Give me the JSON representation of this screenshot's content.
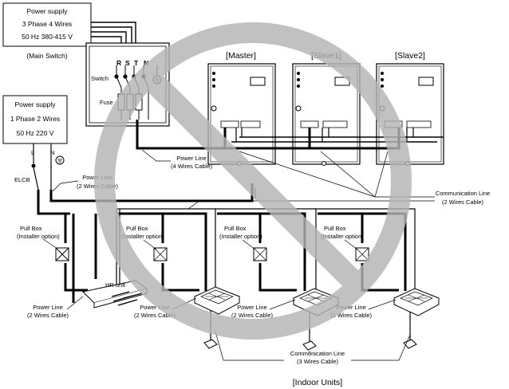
{
  "power_supply_3ph": {
    "line1": "Power supply",
    "line2": "3 Phase 4 Wires",
    "line3": "50 Hz 380-415 V",
    "caption": "(Main Switch)"
  },
  "power_supply_1ph": {
    "line1": "Power supply",
    "line2": "1 Phase 2 Wires",
    "line3": "50 Hz 220 V"
  },
  "switch_panel": {
    "r": "R",
    "s": "S",
    "t": "T",
    "n": "N",
    "switch": "Switch",
    "fuse": "Fuse"
  },
  "earth_labels": {
    "l": "L",
    "n": "N",
    "elcb": "ELCB"
  },
  "outdoor_units": [
    "[Master]",
    "[Slave1]",
    "[Slave2]"
  ],
  "labels": {
    "power_line_4": {
      "a": "Power Line",
      "b": "(4 Wires Cable)"
    },
    "power_line_2_top": {
      "a": "Power Line",
      "b": "(2 Wires Cable)"
    },
    "comm_line_2": {
      "a": "Communication Line",
      "b": "(2 Wires Cable)"
    },
    "comm_line_3": {
      "a": "Communication Line",
      "b": "(3 Wires Cable)"
    },
    "pull_box": {
      "a": "Pull Box",
      "b": "(Installer option)"
    },
    "power_line_bottom": {
      "a": "Power Line",
      "b": "(2 Wires Cable)"
    },
    "hr_unit": "HR unit",
    "indoor_units": "[Indoor Units]"
  },
  "colors": {
    "prohibit": "#b4b4b4",
    "line": "#000000"
  }
}
